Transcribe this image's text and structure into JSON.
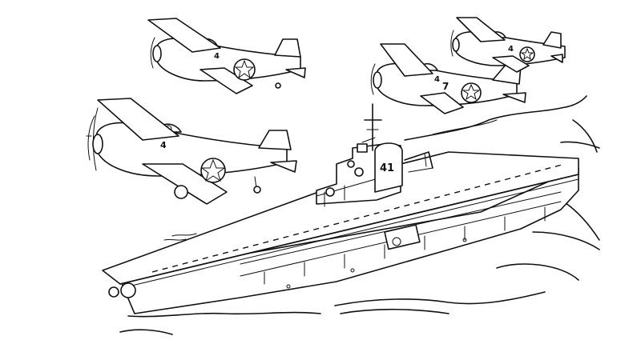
{
  "scene": {
    "ship_hull_number": "41",
    "plane_markings": {
      "plane_top_left": "4",
      "plane_top_right_lead": "4",
      "plane_top_right_wing": "7",
      "plane_far_right": "4"
    },
    "ink_color": "#111111",
    "paper_color": "#ffffff"
  }
}
